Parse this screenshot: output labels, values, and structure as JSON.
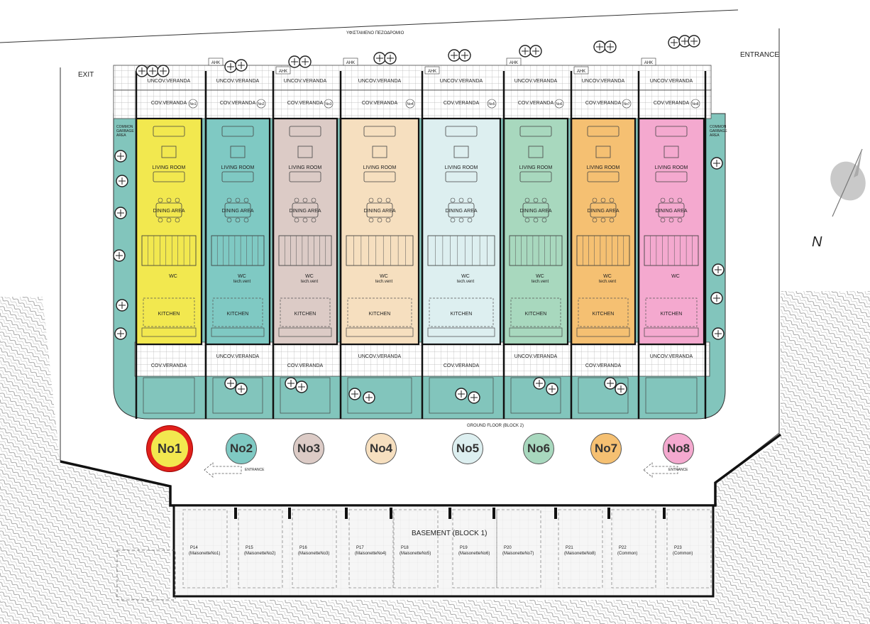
{
  "top_road_label": "ΥΦΙΣΤΑΜΕΝΟ ΠΕΖΟΔΡΟΜΙΟ",
  "exit_label": "EXIT",
  "entrance_label": "ENTRANCE",
  "north_label": "N",
  "ground_floor_label": "GROUND FLOOR (BLOCK 2)",
  "basement_label": "BASEMENT (BLOCK 1)",
  "garbage_label_line1": "COMMON",
  "garbage_label_line2": "GARBAGE",
  "garbage_label_line3": "AREA",
  "entrance_arrow_label": "ENTRANCE",
  "ahk_label": "AHK",
  "room_labels": {
    "living": "LIVING ROOM",
    "dining": "DINING AREA",
    "wc": "WC",
    "tech": "tech.vent",
    "kitchen": "KITCHEN",
    "uncov": "UNCOV.VERANDA",
    "cov": "COV.VERANDA"
  },
  "units": [
    {
      "badge": "No1",
      "tag": "No1",
      "color": "#f2e84f"
    },
    {
      "badge": "No2",
      "tag": "No2",
      "color": "#7fc9c3"
    },
    {
      "badge": "No3",
      "tag": "No3",
      "color": "#dccbc6"
    },
    {
      "badge": "No4",
      "tag": "No4",
      "color": "#f6dfbf"
    },
    {
      "badge": "No5",
      "tag": "No5",
      "color": "#ddeff0"
    },
    {
      "badge": "No6",
      "tag": "No6",
      "color": "#a8d8be"
    },
    {
      "badge": "No7",
      "tag": "No7",
      "color": "#f5c072"
    },
    {
      "badge": "No8",
      "tag": "No8",
      "color": "#f4a9cf"
    }
  ],
  "parking": [
    {
      "code": "P14",
      "owner": "(MaisonetteNo1)"
    },
    {
      "code": "P15",
      "owner": "(MaisonetteNo2)"
    },
    {
      "code": "P16",
      "owner": "(MaisonetteNo3)"
    },
    {
      "code": "P17",
      "owner": "(MaisonetteNo4)"
    },
    {
      "code": "P18",
      "owner": "(MaisonetteNo5)"
    },
    {
      "code": "P19",
      "owner": "(MaisonetteNo6)"
    },
    {
      "code": "P20",
      "owner": "(MaisonetteNo7)"
    },
    {
      "code": "P21",
      "owner": "(MaisonetteNo8)"
    },
    {
      "code": "P22",
      "owner": "(Common)"
    },
    {
      "code": "P23",
      "owner": "(Common)"
    }
  ],
  "colors": {
    "garden": "#82c5bc",
    "paving_grid": "#bbbbbb",
    "walls": "#111111",
    "hatch": "#9a9a9a",
    "active_ring": "#e0201b"
  }
}
